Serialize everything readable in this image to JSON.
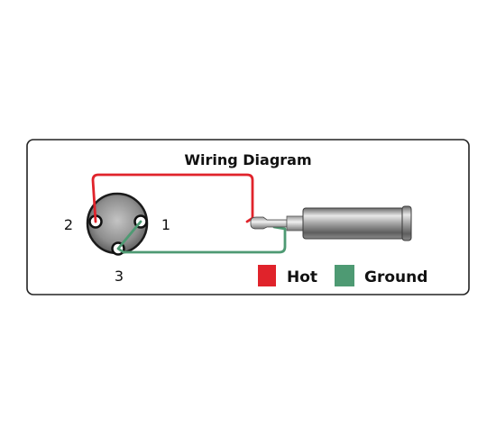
{
  "diagram": {
    "title": "Wiring Diagram",
    "pins": {
      "pin1": "1",
      "pin2": "2",
      "pin3": "3"
    },
    "legend": [
      {
        "label": "Hot",
        "color": "#e0232b"
      },
      {
        "label": "Ground",
        "color": "#4e9a73"
      }
    ],
    "wire_colors": {
      "hot": "#e0232b",
      "ground": "#4e9a73"
    },
    "frame_color": "#222222",
    "connector_colors": {
      "xlr_face": "#9a9a9a",
      "plug_metal": "#b8b8b8"
    }
  }
}
